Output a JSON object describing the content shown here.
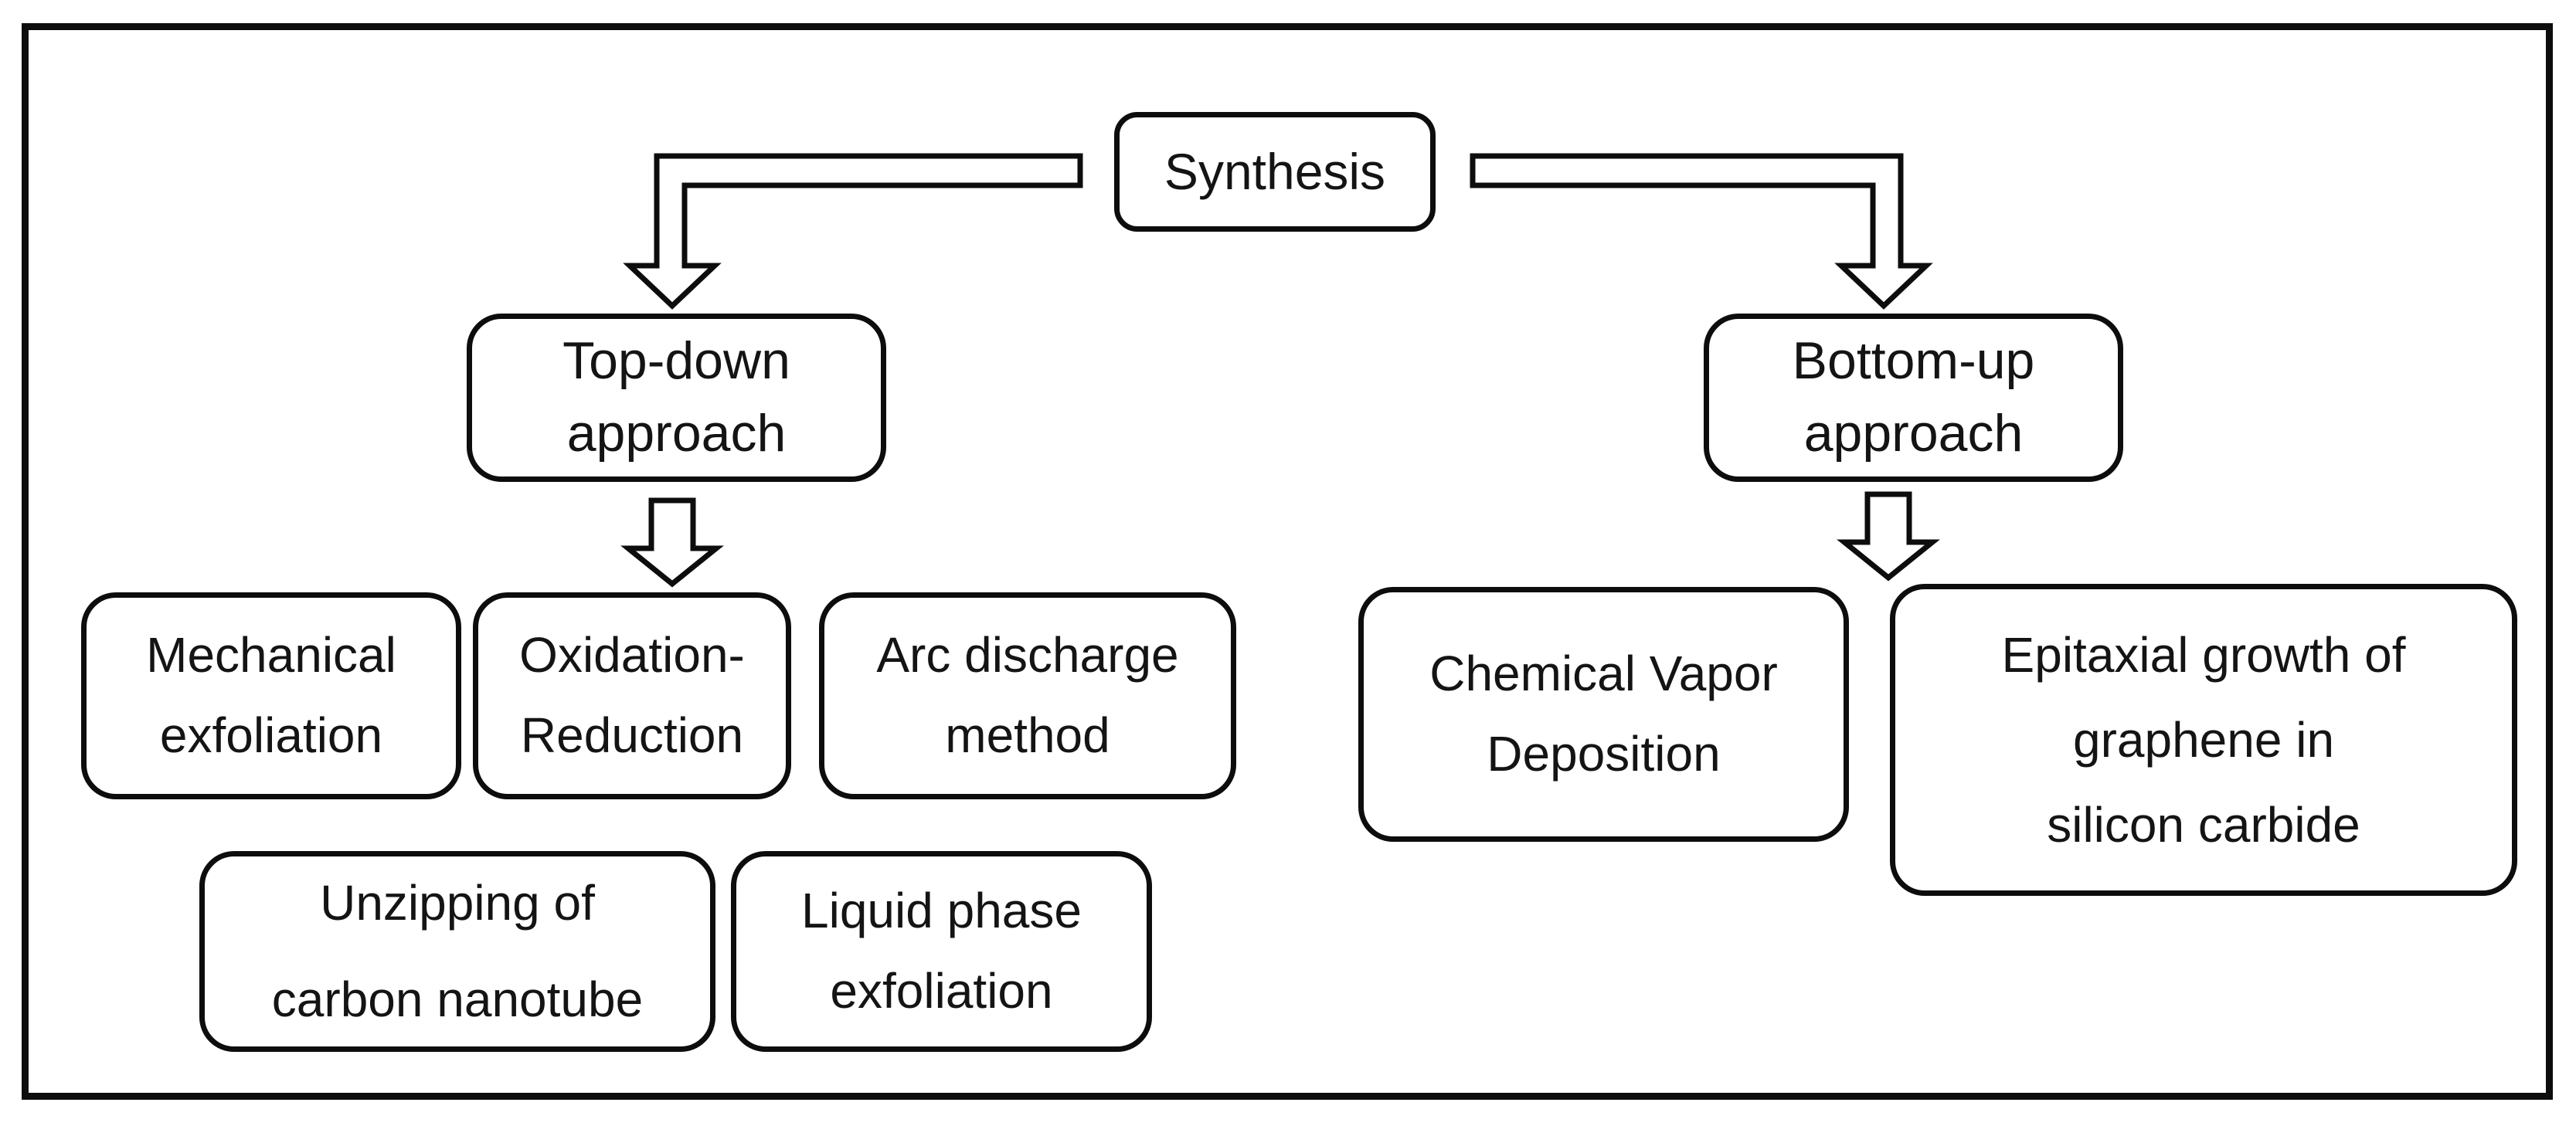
{
  "figure": {
    "title": "Graphene synthesis methods flowchart",
    "background_color": "#ffffff",
    "stroke_color": "#0d0d0d",
    "text_color": "#141414"
  },
  "nodes": {
    "synthesis": {
      "label": "Synthesis"
    },
    "top_down": {
      "line1": "Top-down",
      "line2": "approach"
    },
    "bottom_up": {
      "line1": "Bottom-up",
      "line2": "approach"
    },
    "mechanical_exfoliation": {
      "line1": "Mechanical",
      "line2": "exfoliation"
    },
    "oxidation_reduction": {
      "line1": "Oxidation-",
      "line2": "Reduction"
    },
    "arc_discharge": {
      "line1": "Arc discharge",
      "line2": "method"
    },
    "unzipping_cnt": {
      "line1": "Unzipping of",
      "line2": "carbon nanotube"
    },
    "liquid_phase": {
      "line1": "Liquid phase",
      "line2": "exfoliation"
    },
    "chemical_vapor_deposition": {
      "line1": "Chemical Vapor",
      "line2": "Deposition"
    },
    "epitaxial_growth": {
      "line1": "Epitaxial growth of",
      "line2": "graphene in",
      "line3": "silicon carbide"
    }
  }
}
